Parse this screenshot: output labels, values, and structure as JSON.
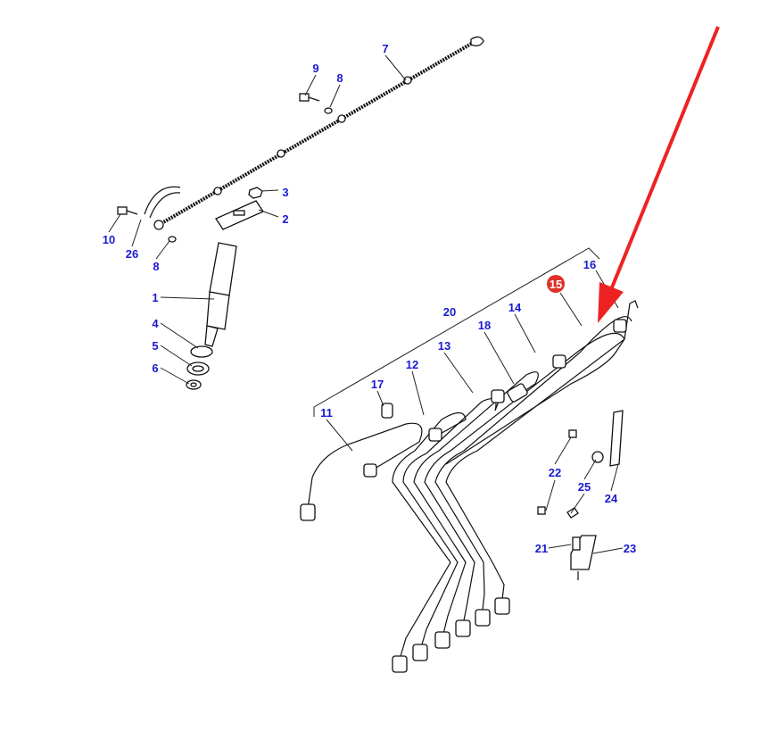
{
  "diagram": {
    "callouts": [
      "1",
      "2",
      "3",
      "4",
      "5",
      "6",
      "7",
      "8",
      "8",
      "9",
      "10",
      "11",
      "12",
      "13",
      "14",
      "15",
      "16",
      "17",
      "18",
      "20",
      "21",
      "22",
      "23",
      "24",
      "25",
      "26"
    ],
    "highlighted_callout": "15",
    "colors": {
      "callout_text": "#1a1ad0",
      "highlight": "#e0302a",
      "arrow": "#ee2222",
      "line": "#111111"
    }
  }
}
